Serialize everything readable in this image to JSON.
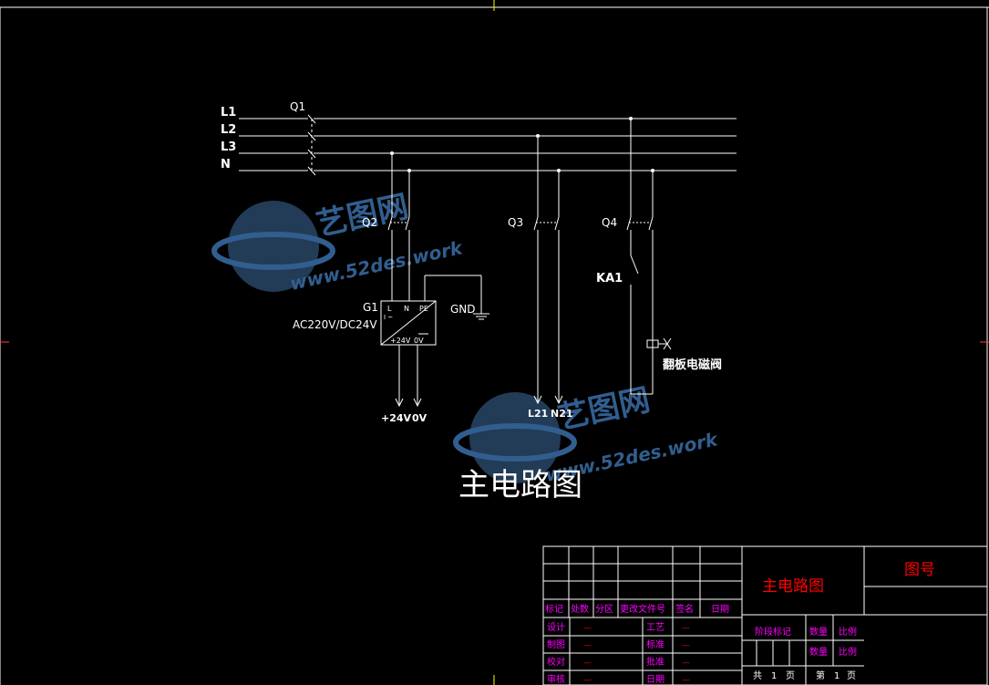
{
  "colors": {
    "background": "#000000",
    "wire": "#ffffff",
    "title_block_label": "#ff00ff",
    "title_block_value": "#ff0000",
    "watermark": "#3a6fa8"
  },
  "lines": {
    "l1": "L1",
    "l2": "L2",
    "l3": "L3",
    "n": "N"
  },
  "breakers": {
    "q1": "Q1",
    "q2": "Q2",
    "q3": "Q3",
    "q4": "Q4"
  },
  "relay": {
    "ka1": "KA1"
  },
  "psu": {
    "name": "G1",
    "rating": "AC220V/DC24V",
    "term_l": "L",
    "term_n": "N",
    "term_pe": "PE",
    "out_pos": "+24V",
    "out_neg": "0V",
    "ac_symbol": "I ~"
  },
  "ground": "GND",
  "outputs": {
    "plus24": "+24V",
    "zero": "0V",
    "l21": "L21",
    "n21": "N21"
  },
  "valve": "翻板电磁阀",
  "watermark": {
    "cn": "艺图网",
    "url": "www.52des.work"
  },
  "drawing_title": "主电路图",
  "title_block": {
    "title": "主电路图",
    "drawing_no_label": "图号",
    "header_row": [
      "标记",
      "处数",
      "分区",
      "更改文件号",
      "签名",
      "日期"
    ],
    "roles": [
      "设计",
      "制图",
      "校对",
      "审核"
    ],
    "roles_right": [
      "工艺",
      "标准",
      "批准",
      "日期"
    ],
    "dash": "—",
    "stage_mark": "阶段标记",
    "quantity": "数量",
    "scale": "比例",
    "total": "共",
    "sheet": "第",
    "sheet_total_value": "1",
    "sheet_value": "1",
    "page": "页"
  }
}
